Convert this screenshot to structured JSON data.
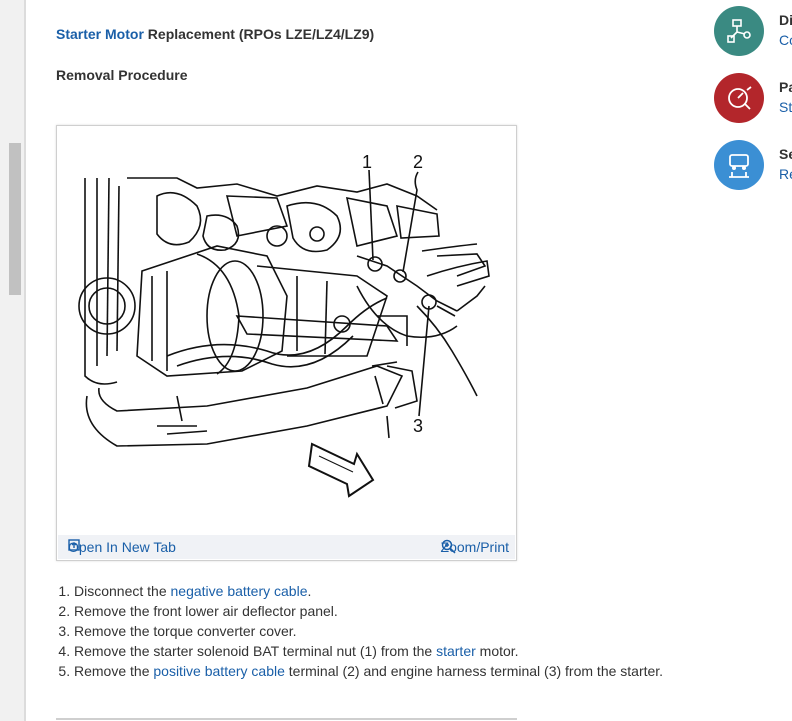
{
  "document": {
    "title_link": "Starter Motor",
    "title_rest": " Replacement (RPOs LZE/LZ4/LZ9)",
    "subheading": "Removal Procedure"
  },
  "figure": {
    "callouts": [
      "1",
      "2",
      "3"
    ],
    "open_label": "Open In New Tab",
    "zoom_label": "Zoom/Print"
  },
  "steps": [
    {
      "pre": "Disconnect the ",
      "link": "negative battery cable",
      "post": "."
    },
    {
      "pre": "Remove the front lower air deflector panel.",
      "link": "",
      "post": ""
    },
    {
      "pre": "Remove the torque converter cover.",
      "link": "",
      "post": ""
    },
    {
      "pre": "Remove the starter solenoid BAT terminal nut (1) from the ",
      "link": "starter",
      "post": " motor."
    },
    {
      "pre": "Remove the ",
      "link": "positive battery cable",
      "post": " terminal (2) and engine harness terminal (3) from the starter."
    }
  ],
  "sidebar": [
    {
      "title": "Di",
      "link": "Co",
      "color": "#3a8a82",
      "icon": "diagram-icon"
    },
    {
      "title": "Pa",
      "link": "St",
      "color": "#b3262b",
      "icon": "gauge-icon"
    },
    {
      "title": "Se",
      "link": "Re",
      "color": "#3b8fd4",
      "icon": "vehicle-lift-icon"
    }
  ]
}
